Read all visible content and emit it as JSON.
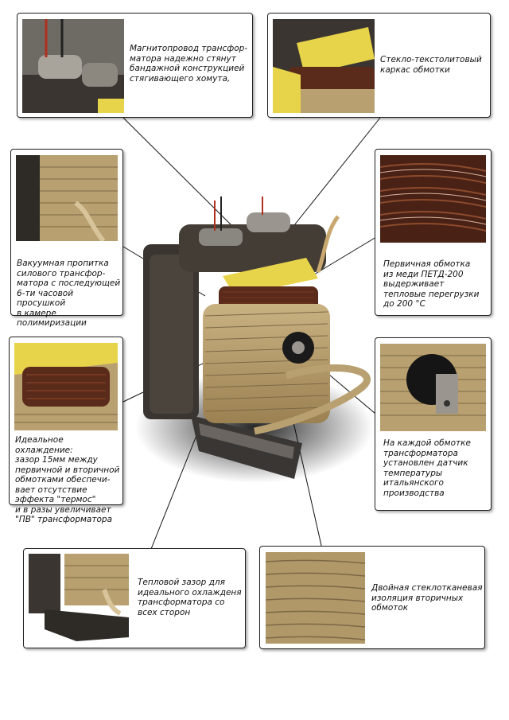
{
  "callouts": {
    "clamp": "Магнитопровод трансфор-\nматора надежно стянут\nбандажной конструкцией\nстягивающего хомута,",
    "frame": "Стекло-текстолитовый\nкаркас обмотки",
    "impregnation": "Вакуумная пропитка\nсилового трансфор-\nматора с последующей\n6-ти часовой просушкой\nв камере полимиризации",
    "primary": "Первичная обмотка\nиз меди ПЕТД-200\nвыдерживает\nтепловые перегрузки\nдо 200 °С",
    "cooling": "Идеальное охлаждение:\nзазор 15мм между\nпервичной и вторичной\nобмотками обеспечи-\nвает отсутствие\nэффекта \"термос\"\nи в разы увеличивает\n\"ПВ\" трансформатора",
    "sensor": "На каждой обмотке\nтрансформатора\nустановлен датчик\nтемпературы\nитальянского\nпроизводства",
    "gap": "Тепловой зазор для\nидеального охлажденя\nтрансформатора со\nвсех сторон",
    "insulation": "Двойная стеклотканевая\nизоляция вторичных\nобмоток"
  },
  "colors": {
    "glass_tape": "#b8a070",
    "copper": "#5a2a1a",
    "laminate": "#e8d44a",
    "core": "#3a3530"
  }
}
